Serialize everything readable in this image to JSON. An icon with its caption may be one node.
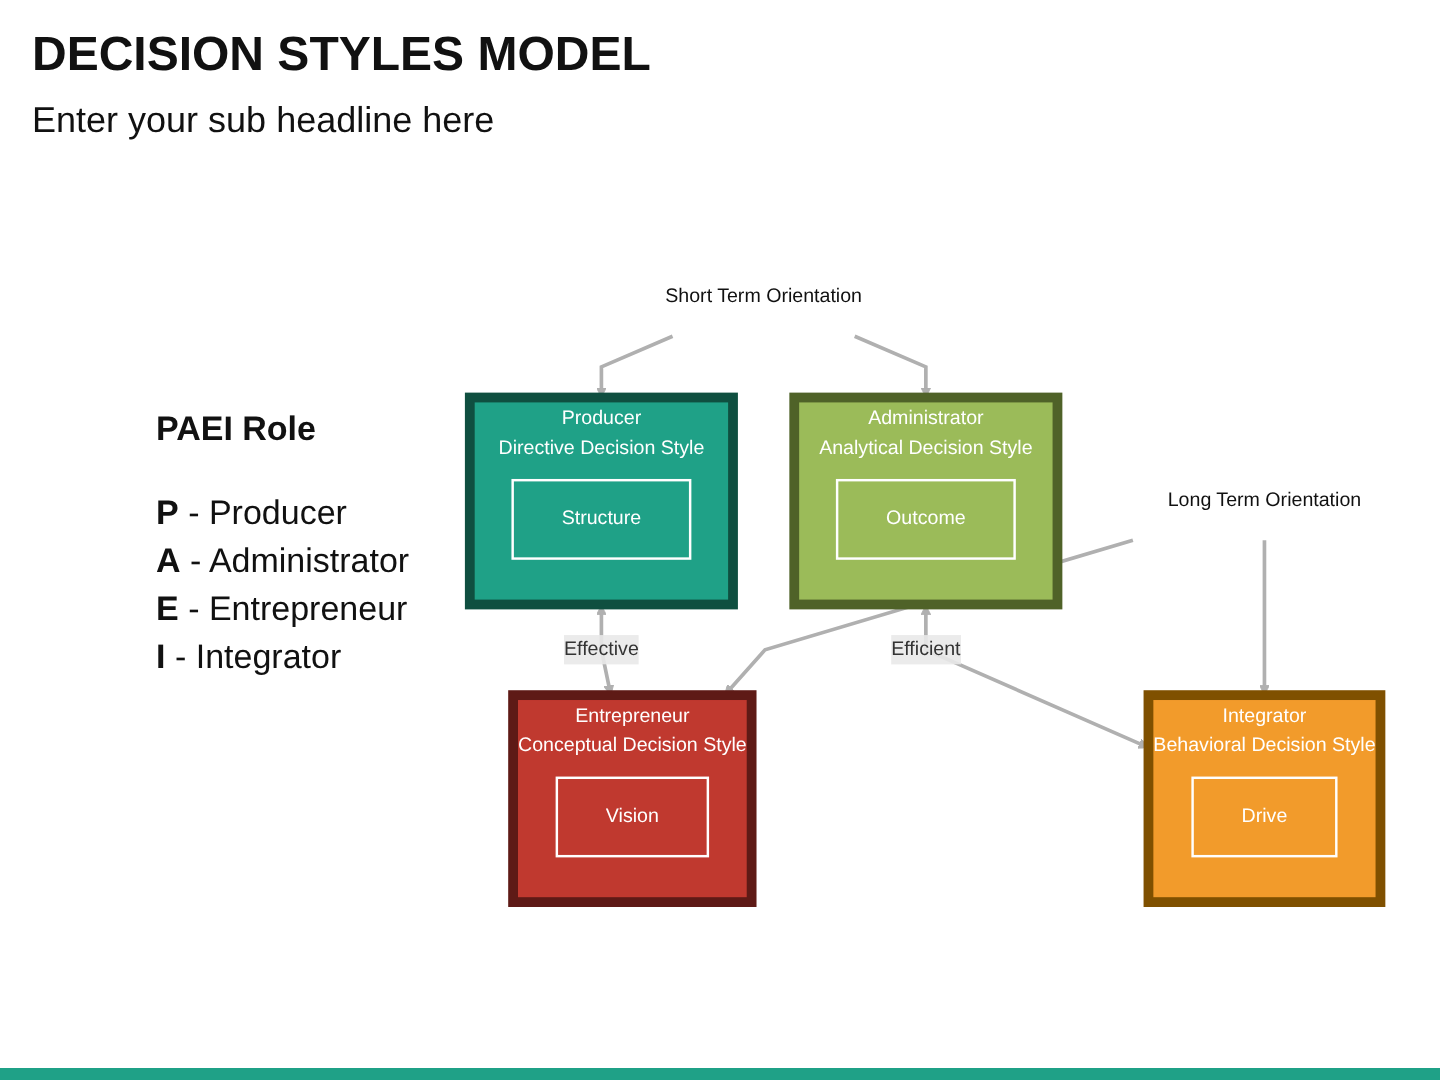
{
  "diagram": {
    "title": "DECISION STYLES MODEL",
    "nodes": [
      {
        "text": [
          "Short Term Orientation"
        ]
      },
      {
        "text": [
          "Producer",
          "Directive Decision Style"
        ]
      },
      {
        "text": [
          "Structure"
        ],
        "in": 1
      },
      {
        "text": [
          "Administrator",
          "Analytical Decision Style"
        ]
      },
      {
        "text": [
          "Outcome"
        ],
        "in": 3
      },
      {
        "text": [
          "Entrepreneur",
          "Conceptual Decision Style"
        ]
      },
      {
        "text": [
          "Vision"
        ],
        "in": 5
      },
      {
        "text": [
          "Integrator",
          "Behavioral Decision Style"
        ]
      },
      {
        "text": [
          "Drive"
        ],
        "in": 7
      },
      {
        "text": [
          "Long Term Orientation"
        ]
      }
    ],
    "edges": [
      {
        "from": 0,
        "to": 1,
        "arrow": "to"
      },
      {
        "from": 0,
        "to": 3,
        "arrow": "to"
      },
      {
        "from": 1,
        "to": 5,
        "arrow": "both",
        "label": "Effective"
      },
      {
        "from": 3,
        "to": 7,
        "arrow": "both",
        "label": "Efficient"
      },
      {
        "from": 9,
        "to": 5,
        "arrow": "to"
      },
      {
        "from": 9,
        "to": 7,
        "arrow": "to"
      }
    ],
    "labels": [
      "Enter your sub headline here",
      "PAEI Role",
      "**P** - Producer",
      "**A** - Administrator",
      "**E** - Entrepreneur",
      "**I** - Integrator"
    ]
  }
}
